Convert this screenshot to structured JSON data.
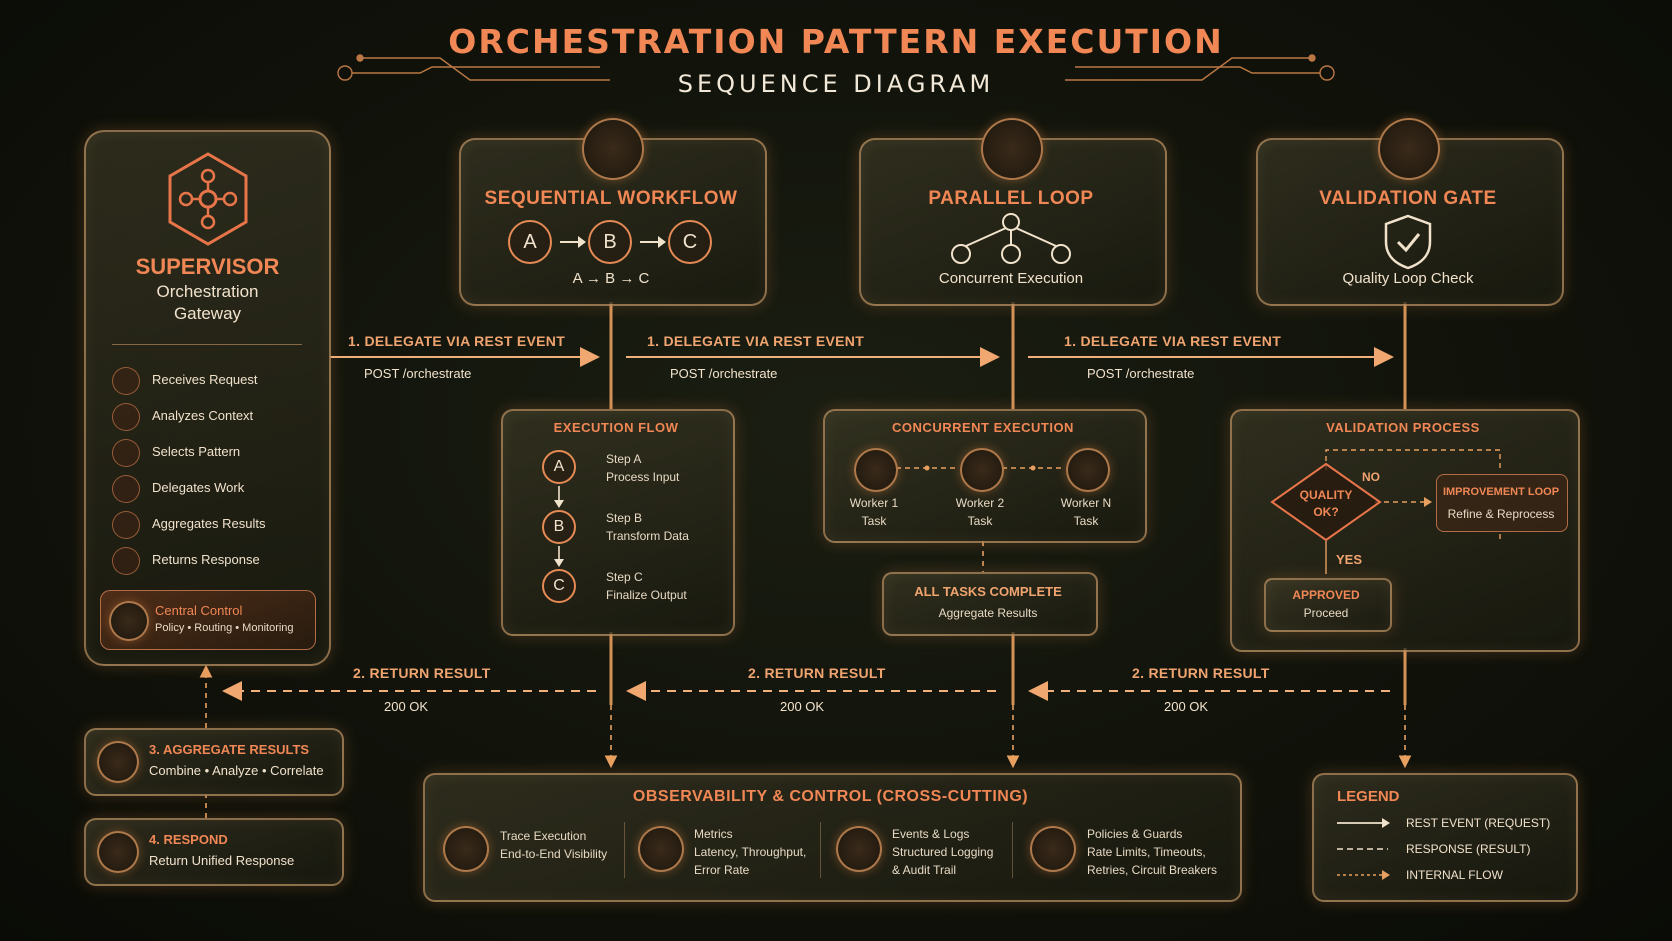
{
  "header": {
    "title": "ORCHESTRATION PATTERN EXECUTION",
    "subtitle": "SEQUENCE DIAGRAM"
  },
  "supervisor": {
    "title": "SUPERVISOR",
    "subtitle_line1": "Orchestration",
    "subtitle_line2": "Gateway",
    "steps": [
      "Receives Request",
      "Analyzes Context",
      "Selects Pattern",
      "Delegates Work",
      "Aggregates Results",
      "Returns Response"
    ],
    "central_title": "Central Control",
    "central_sub": "Policy • Routing • Monitoring"
  },
  "patterns": {
    "sequential": {
      "title": "SEQUENTIAL WORKFLOW",
      "nodes": [
        "A",
        "B",
        "C"
      ],
      "caption": "A → B → C"
    },
    "parallel": {
      "title": "PARALLEL LOOP",
      "caption": "Concurrent Execution"
    },
    "validation": {
      "title": "VALIDATION GATE",
      "caption": "Quality Loop Check"
    }
  },
  "flows": {
    "delegate_label": "1. DELEGATE VIA REST EVENT",
    "delegate_sub": "POST /orchestrate",
    "return_label": "2. RETURN RESULT",
    "return_sub": "200 OK"
  },
  "execution_flow": {
    "title": "EXECUTION FLOW",
    "steps": [
      {
        "node": "A",
        "name": "Step A",
        "desc": "Process Input"
      },
      {
        "node": "B",
        "name": "Step B",
        "desc": "Transform Data"
      },
      {
        "node": "C",
        "name": "Step C",
        "desc": "Finalize Output"
      }
    ]
  },
  "concurrent": {
    "title": "CONCURRENT EXECUTION",
    "workers": [
      {
        "name": "Worker 1",
        "task": "Task"
      },
      {
        "name": "Worker 2",
        "task": "Task"
      },
      {
        "name": "Worker N",
        "task": "Task"
      }
    ],
    "complete_title": "ALL TASKS COMPLETE",
    "complete_sub": "Aggregate Results"
  },
  "validation_process": {
    "title": "VALIDATION PROCESS",
    "diamond_line1": "QUALITY",
    "diamond_line2": "OK?",
    "no": "NO",
    "yes": "YES",
    "loop_title": "IMPROVEMENT LOOP",
    "loop_sub": "Refine & Reprocess",
    "approved_title": "APPROVED",
    "approved_sub": "Proceed"
  },
  "aggregate": {
    "title": "3. AGGREGATE RESULTS",
    "sub": "Combine • Analyze • Correlate"
  },
  "respond": {
    "title": "4. RESPOND",
    "sub": "Return Unified Response"
  },
  "observability": {
    "title": "OBSERVABILITY & CONTROL (CROSS-CUTTING)",
    "items": [
      {
        "icon": "trace-search-icon",
        "line1": "Trace Execution",
        "line2": "End-to-End Visibility",
        "line3": ""
      },
      {
        "icon": "metrics-chart-icon",
        "line1": "Metrics",
        "line2": "Latency, Throughput,",
        "line3": "Error Rate"
      },
      {
        "icon": "bell-icon",
        "line1": "Events & Logs",
        "line2": "Structured Logging",
        "line3": "& Audit Trail"
      },
      {
        "icon": "shield-icon",
        "line1": "Policies & Guards",
        "line2": "Rate Limits, Timeouts,",
        "line3": "Retries, Circuit Breakers"
      }
    ]
  },
  "legend": {
    "title": "LEGEND",
    "items": [
      "REST EVENT (REQUEST)",
      "RESPONSE (RESULT)",
      "INTERNAL FLOW"
    ]
  },
  "colors": {
    "accent": "#f08755",
    "line": "#e8a060",
    "bg": "#11130b"
  }
}
